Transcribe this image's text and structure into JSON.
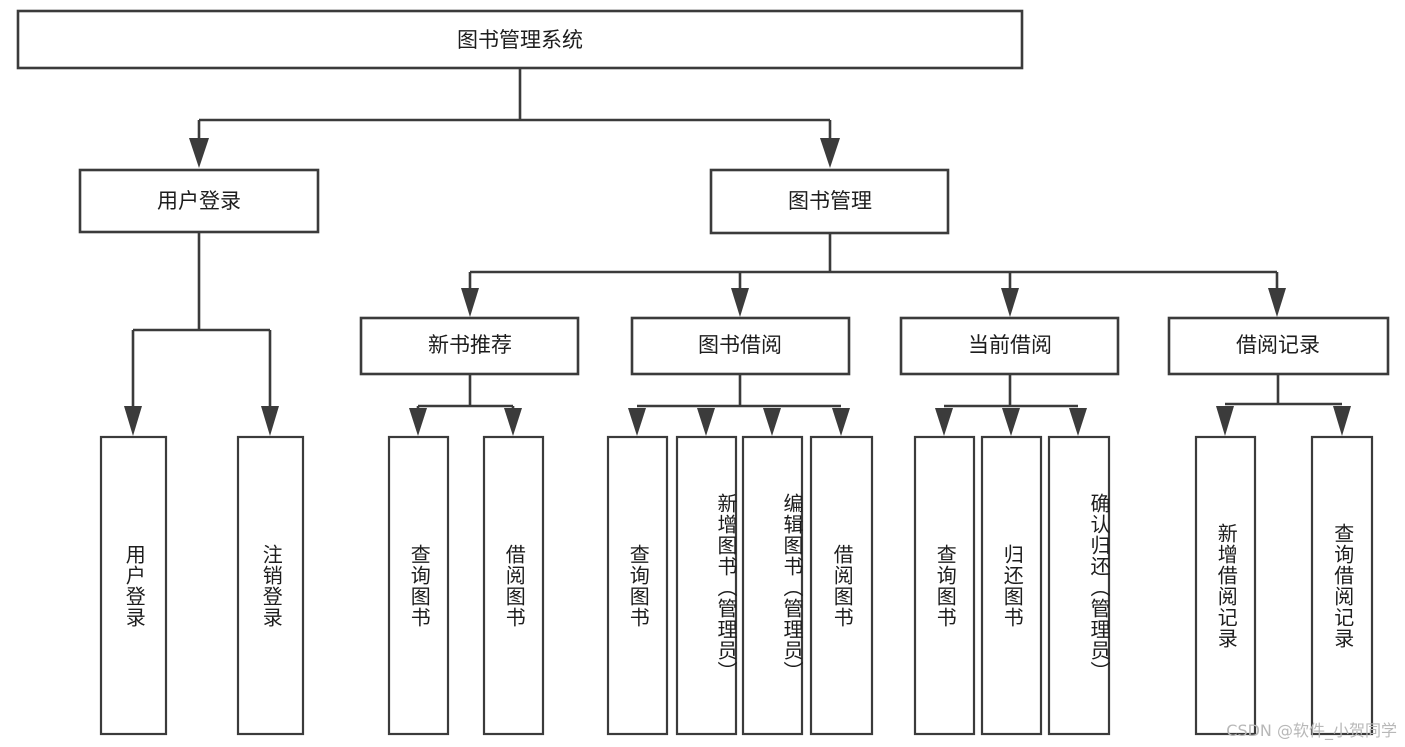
{
  "diagram": {
    "title": "图书管理系统",
    "type": "tree",
    "watermark": "CSDN @软件_小贺同学",
    "colors": {
      "stroke": "#3b3b3b",
      "box_fill": "#ffffff",
      "text": "#1d1d1d",
      "background": "#ffffff",
      "watermark": "#b8b8b8"
    },
    "root": {
      "label": "图书管理系统",
      "orientation": "horizontal"
    },
    "level1": [
      {
        "label": "用户登录",
        "orientation": "horizontal"
      },
      {
        "label": "图书管理",
        "orientation": "horizontal"
      }
    ],
    "level2": [
      {
        "label": "新书推荐",
        "orientation": "horizontal"
      },
      {
        "label": "图书借阅",
        "orientation": "horizontal"
      },
      {
        "label": "当前借阅",
        "orientation": "horizontal"
      },
      {
        "label": "借阅记录",
        "orientation": "horizontal"
      }
    ],
    "leaves": {
      "user_login": [
        {
          "label": "用户登录",
          "orientation": "vertical"
        },
        {
          "label": "注销登录",
          "orientation": "vertical"
        }
      ],
      "new_book_recommend": [
        {
          "label": "查询图书",
          "orientation": "vertical"
        },
        {
          "label": "借阅图书",
          "orientation": "vertical"
        }
      ],
      "book_borrow": [
        {
          "label": "查询图书",
          "orientation": "vertical"
        },
        {
          "label": "新增图书（管理员）",
          "orientation": "vertical"
        },
        {
          "label": "编辑图书（管理员）",
          "orientation": "vertical"
        },
        {
          "label": "借阅图书",
          "orientation": "vertical"
        }
      ],
      "current_borrow": [
        {
          "label": "查询图书",
          "orientation": "vertical"
        },
        {
          "label": "归还图书",
          "orientation": "vertical"
        },
        {
          "label": "确认归还（管理员）",
          "orientation": "vertical"
        }
      ],
      "borrow_record": [
        {
          "label": "新增借阅记录",
          "orientation": "vertical"
        },
        {
          "label": "查询借阅记录",
          "orientation": "vertical"
        }
      ]
    }
  }
}
